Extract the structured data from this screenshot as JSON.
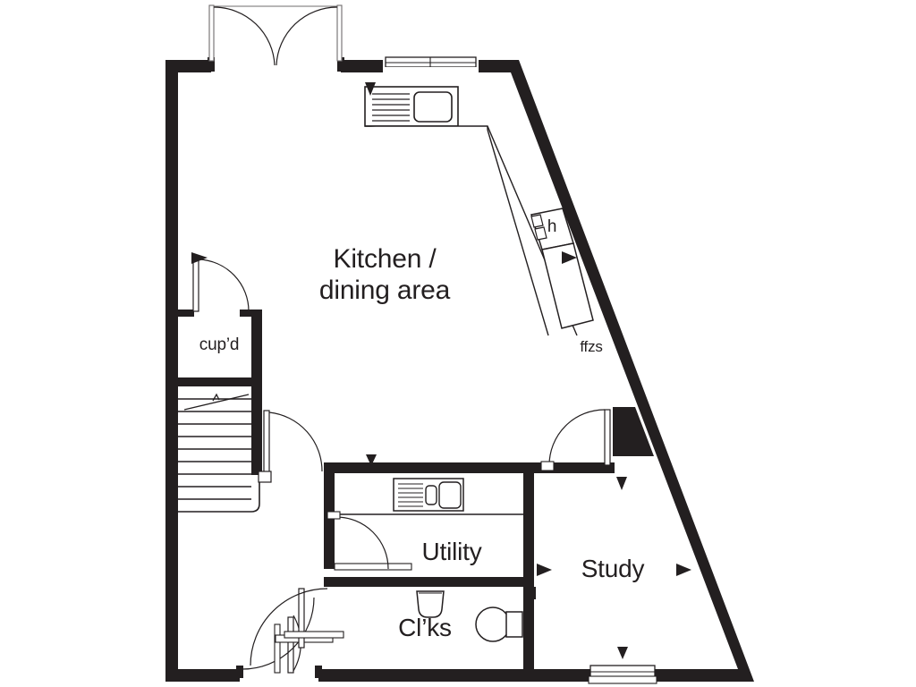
{
  "plan": {
    "type": "residential-ground-floor-plan",
    "background_color": "#ffffff",
    "wall_color": "#231f20",
    "fixture_line_color": "#231f20",
    "rooms": [
      {
        "key": "kitchen",
        "label": "Kitchen /\ndining area"
      },
      {
        "key": "cupboard",
        "label": "cup’d"
      },
      {
        "key": "utility",
        "label": "Utility"
      },
      {
        "key": "cloaks",
        "label": "Cl’ks"
      },
      {
        "key": "study",
        "label": "Study"
      }
    ],
    "appliances": [
      {
        "key": "hob",
        "label": "h"
      },
      {
        "key": "fridge_freezer",
        "label": "ffzs"
      }
    ],
    "fixtures": [
      "kitchen-sink-unit",
      "utility-sink-unit",
      "cloaks-washbasin",
      "cloaks-toilet",
      "staircase"
    ],
    "openings": [
      "french-doors-top",
      "kitchen-window-top",
      "study-window-bottom",
      "front-entrance-door",
      "cupboard-door",
      "understairs-door",
      "utility-door",
      "cloaks-door",
      "study-door"
    ],
    "dimension_markers": 8
  }
}
